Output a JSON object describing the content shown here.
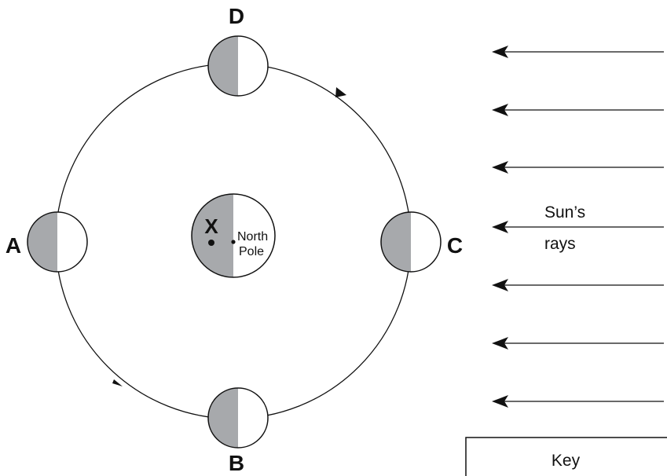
{
  "diagram": {
    "positions": {
      "a": "A",
      "b": "B",
      "c": "C",
      "d": "D"
    },
    "center": {
      "point_label": "X",
      "pole_label_line1": "North",
      "pole_label_line2": "Pole"
    },
    "sun": {
      "label_line1": "Sun’s",
      "label_line2": "rays",
      "ray_count": 7
    },
    "key": {
      "label": "Key"
    },
    "colors": {
      "shadow": "#a7a9ac",
      "line": "#111111",
      "lit": "#ffffff"
    }
  }
}
